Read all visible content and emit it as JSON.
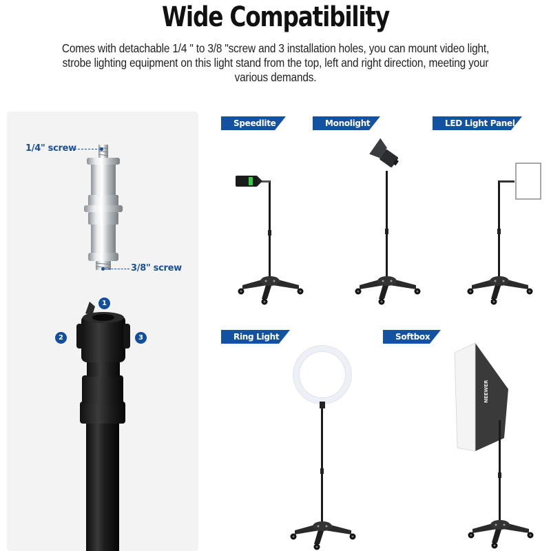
{
  "header": {
    "title": "Wide Compatibility",
    "description": "Comes with detachable 1/4 \" to 3/8 \"screw and 3 installation holes, you can mount video light, strobe lighting equipment on this light stand from the top, left and right direction, meeting your various demands."
  },
  "left_panel": {
    "adapter": {
      "top_callout": "1/4\" screw",
      "bottom_callout": "3/8\" screw"
    },
    "stand_head": {
      "holes": [
        {
          "number": "1",
          "position": "top"
        },
        {
          "number": "2",
          "position": "left"
        },
        {
          "number": "3",
          "position": "right"
        }
      ]
    }
  },
  "compatibility": {
    "items": [
      {
        "label": "Speedlite"
      },
      {
        "label": "Monolight"
      },
      {
        "label": "LED Light Panel"
      },
      {
        "label": "Ring Light"
      },
      {
        "label": "Softbox"
      }
    ],
    "brand_on_softbox": "NEEWER"
  },
  "colors": {
    "label_bg": "#1351a1",
    "callout_text": "#1a4f9a",
    "badge_bg": "#124e9c",
    "panel_bg": "#f3f3f3"
  }
}
